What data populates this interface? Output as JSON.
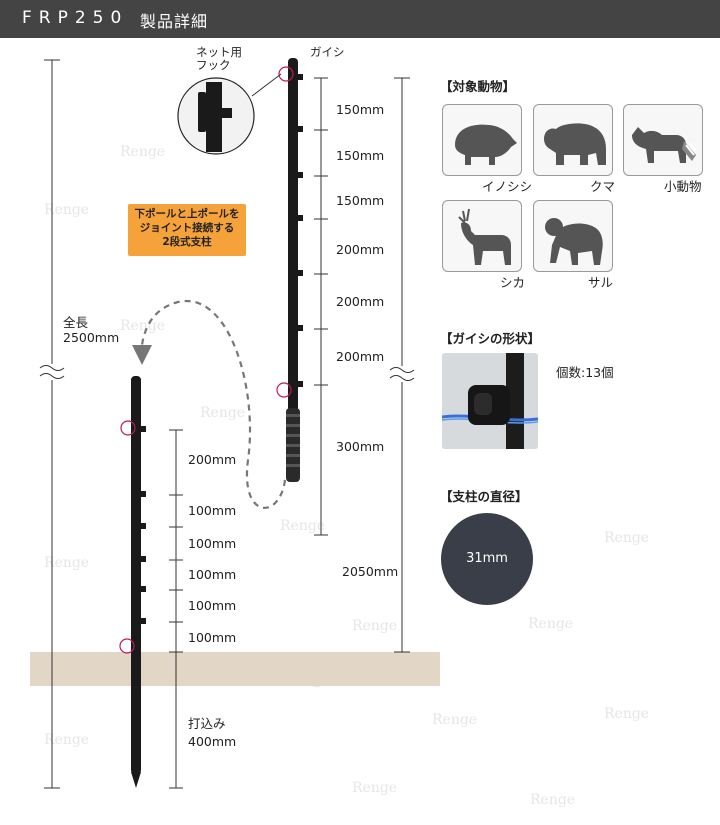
{
  "header": {
    "model": "FRP250",
    "title": "製品詳細"
  },
  "labels": {
    "hook": [
      "ネット用",
      "フック"
    ],
    "insulator": "ガイシ",
    "total_length": [
      "全長",
      "2500mm"
    ],
    "note": [
      "下ポールと上ポールを",
      "ジョイント接続する",
      "2段式支柱"
    ],
    "upper_dims": [
      "150mm",
      "150mm",
      "150mm",
      "200mm",
      "200mm",
      "200mm",
      "300mm"
    ],
    "upper_total": "2050mm",
    "lower_dims": [
      "200mm",
      "100mm",
      "100mm",
      "100mm",
      "100mm",
      "100mm"
    ],
    "driven": [
      "打込み",
      "400mm"
    ]
  },
  "animals": {
    "title": "【対象動物】",
    "items": [
      "イノシシ",
      "クマ",
      "小動物",
      "シカ",
      "サル"
    ]
  },
  "insulator_shape": {
    "title": "【ガイシの形状】",
    "count": "個数:13個"
  },
  "diameter": {
    "title": "【支柱の直径】",
    "value": "31mm"
  },
  "watermark": "Renge",
  "colors": {
    "header_bg": "#444444",
    "pole": "#1a1a1a",
    "note_bg": "#f5a23a",
    "ground": "#e2d6c6",
    "circle": "#3a3e48",
    "highlight": "#c2185b"
  }
}
